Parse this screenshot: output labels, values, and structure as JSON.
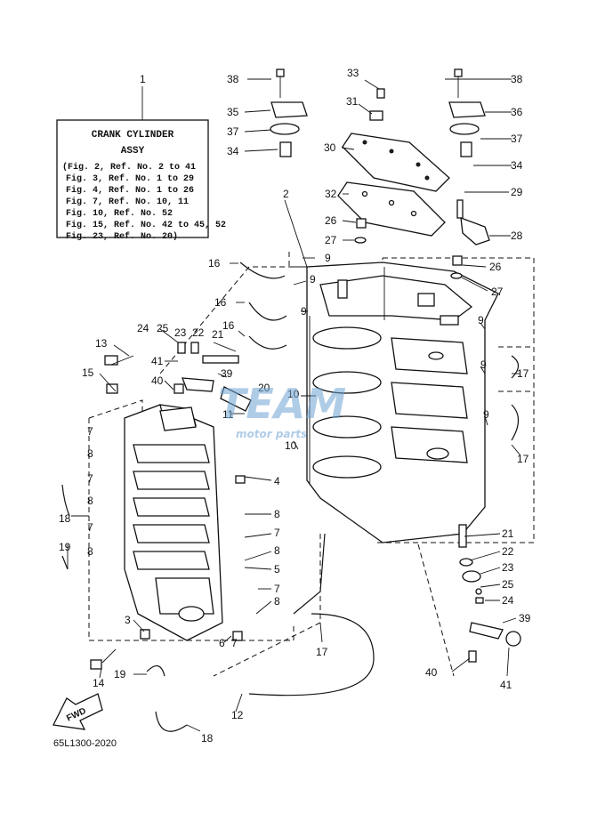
{
  "assembly": {
    "callout": "1",
    "title_line1": "CRANK CYLINDER",
    "title_line2": "ASSY",
    "refs": [
      "(Fig. 2, Ref. No. 2 to 41",
      "Fig. 3, Ref. No. 1 to 29",
      "Fig. 4, Ref. No. 1 to 26",
      "Fig. 7, Ref. No. 10, 11",
      "Fig. 10, Ref. No. 52",
      "Fig. 15, Ref. No. 42 to 45, 52",
      "Fig. 23, Ref. No. 20)"
    ]
  },
  "callouts": {
    "c2": "2",
    "c3": "3",
    "c4": "4",
    "c5": "5",
    "c6": "6",
    "c7": "7",
    "c8": "8",
    "c9": "9",
    "c10": "10",
    "c11": "11",
    "c12": "12",
    "c13": "13",
    "c14": "14",
    "c15": "15",
    "c16": "16",
    "c17": "17",
    "c18": "18",
    "c19": "19",
    "c20": "20",
    "c21": "21",
    "c22": "22",
    "c23": "23",
    "c24": "24",
    "c25": "25",
    "c26": "26",
    "c27": "27",
    "c28": "28",
    "c29": "29",
    "c30": "30",
    "c31": "31",
    "c32": "32",
    "c33": "33",
    "c34": "34",
    "c35": "35",
    "c36": "36",
    "c37": "37",
    "c38": "38",
    "c39": "39",
    "c40": "40",
    "c41": "41"
  },
  "fwd_label": "FWD",
  "diagram_code": "65L1300-2020",
  "watermark": {
    "brand": "TEAM",
    "subtitle": "motor parts"
  }
}
